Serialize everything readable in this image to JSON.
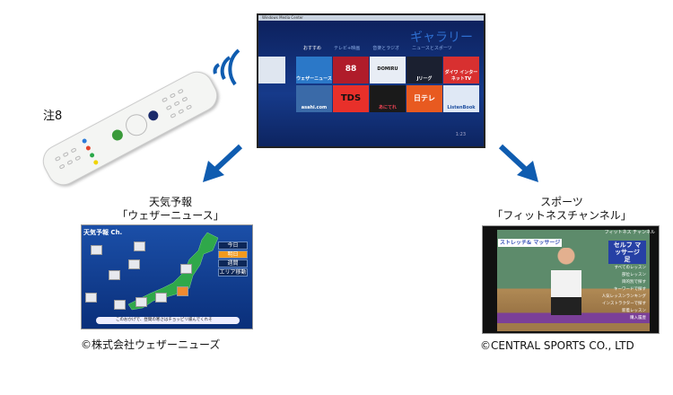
{
  "note": "注8",
  "tv_screen": {
    "window_title": "Windows Media Center",
    "heading": "ギャラリー",
    "tabs": [
      "おすすめ",
      "テレビ+映画",
      "音楽とラジオ",
      "ニュースとスポーツ"
    ],
    "tiles_row1": [
      "ウェザーニュース",
      "88",
      "DOMIRU",
      "Jリーグ",
      "ダイワ インターネットTV"
    ],
    "tiles_row2": [
      "asahi.com",
      "TDS",
      "あにてれ",
      "日テレ",
      "ListenBook"
    ],
    "time": "1:23"
  },
  "weather": {
    "label_line1": "天気予報",
    "label_line2": "「ウェザーニュース」",
    "title": "天気予報 Ch.",
    "menu": [
      "今日",
      "明日",
      "週間",
      "エリア移動"
    ],
    "selected": "明日",
    "ticker": "このおかげで、昼間の寒さはチョッピリ緩んでくれそ",
    "copyright": "©株式会社ウェザーニューズ"
  },
  "sports": {
    "label_line1": "スポーツ",
    "label_line2": "「フィットネスチャンネル」",
    "channel": "フィットネス チャンネル",
    "tag_left": "ストレッチ& マッサージ",
    "tag_right": "セルフ マッサージ 足",
    "menu": [
      "すべてのレッスン",
      "部位レッスン",
      "目的別で探す",
      "キーワードで探す",
      "人気レッスンランキング",
      "インストラクターで探す",
      "新着レッスン",
      "購入履歴"
    ],
    "copyright": "©CENTRAL SPORTS CO., LTD"
  },
  "colors": {
    "arrow": "#0f5cb0",
    "tv_bg": "#163a8a",
    "accent": "#f39a1e"
  }
}
